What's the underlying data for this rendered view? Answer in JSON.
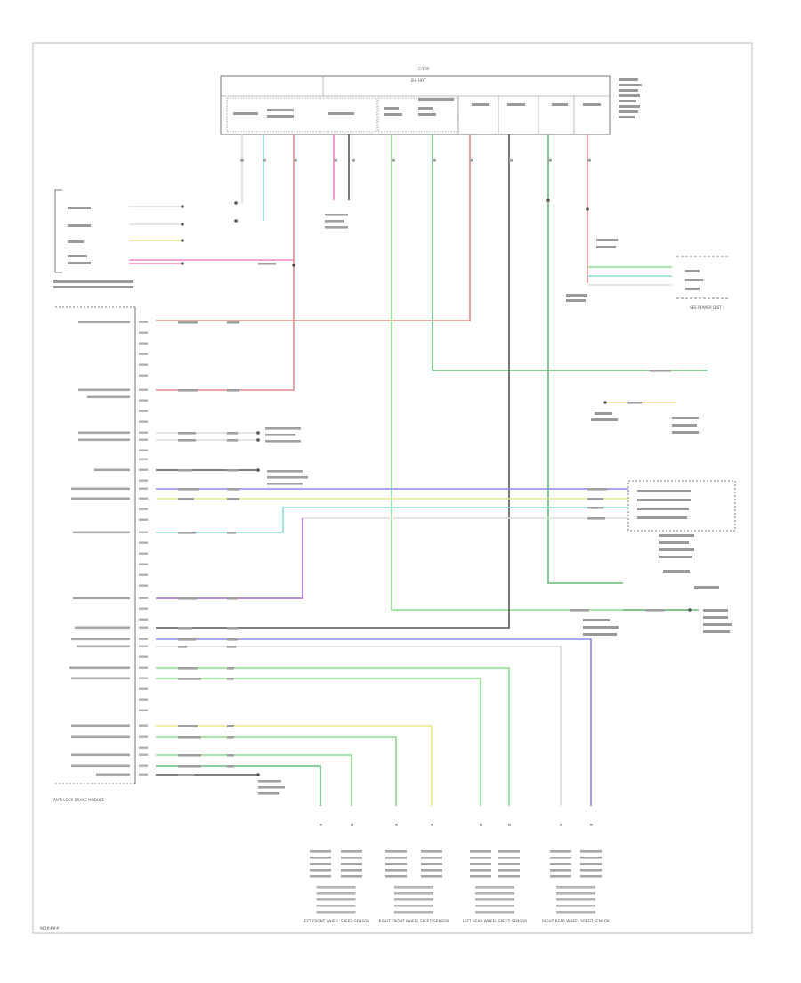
{
  "diagram": {
    "footer_code": "WD####",
    "top_connector_label": "C-TOP",
    "top_connector_sublabel": "B+ HOT",
    "right_caption": "SEE POWER DIST",
    "ecu_caption": "ANTI-LOCK BRAKE MODULE",
    "wheel_speed_groups": [
      "LEFT FRONT WHEEL SPEED SENSOR",
      "RIGHT FRONT WHEEL SPEED SENSOR",
      "LEFT REAR WHEEL SPEED SENSOR",
      "RIGHT REAR WHEEL SPEED SENSOR"
    ],
    "wire_colors": {
      "red": "#e88a8a",
      "pink": "#ee88cc",
      "green": "#88dd88",
      "darkgreen": "#66bb77",
      "blue": "#8888ee",
      "yellow": "#e8e888",
      "cyan": "#88dddd",
      "gray": "#999999",
      "black": "#555555",
      "brown": "#b09070",
      "purple": "#aa66cc",
      "white": "#dddddd"
    }
  }
}
